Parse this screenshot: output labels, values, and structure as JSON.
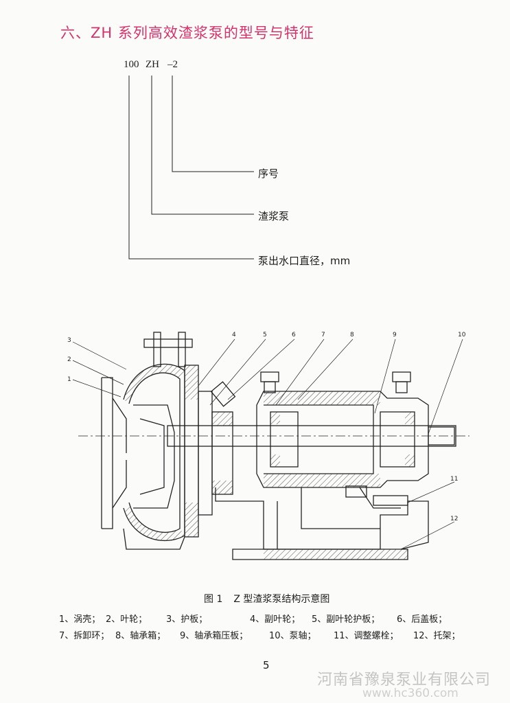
{
  "section": {
    "heading": "六、ZH 系列高效渣浆泵的型号与特征"
  },
  "model_code": {
    "size": "100",
    "series": "ZH",
    "suffix": "–2",
    "legend": [
      "序号",
      "渣浆泵",
      "泵出水口直径，mm"
    ]
  },
  "figure": {
    "callouts": [
      "1",
      "2",
      "3",
      "4",
      "5",
      "6",
      "7",
      "8",
      "9",
      "10",
      "11",
      "12"
    ],
    "caption_number": "图 1",
    "caption_title": "Z 型渣浆泵结构示意图",
    "parts_rows": [
      [
        "1、涡壳；",
        "2、叶轮；",
        "3、护板；",
        "4、副叶轮；",
        "5、副叶轮护板；",
        "6、后盖板；"
      ],
      [
        "7、拆卸环；",
        "8、轴承箱；",
        "9、轴承箱压板；",
        "10、泵轴；",
        "11、调整螺栓；",
        "12、托架；"
      ]
    ]
  },
  "page_number": "5",
  "watermark": {
    "company": "河南省豫泉泵业有限公司",
    "url": "www.hc360.com"
  },
  "colors": {
    "heading": "#d6316a",
    "ink": "#1c1c1c",
    "watermark": "#c4c4c4"
  }
}
